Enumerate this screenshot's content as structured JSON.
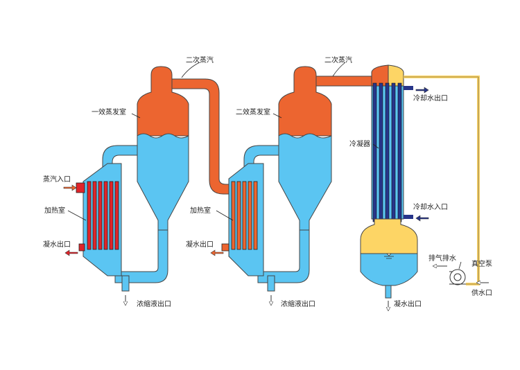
{
  "labels": {
    "secondary_steam_1": "二次蒸汽",
    "secondary_steam_2": "二次蒸汽",
    "evap_room_1": "一效蒸发室",
    "evap_room_2": "二效蒸发室",
    "steam_inlet": "蒸汽入口",
    "heating_room_1": "加热室",
    "heating_room_2": "加热室",
    "condensate_outlet_1": "凝水出口",
    "condensate_outlet_2": "凝水出口",
    "concentrate_outlet_1": "浓缩液出口",
    "concentrate_outlet_2": "浓缩液出口",
    "condenser": "冷凝器",
    "cooling_water_outlet": "冷却水出口",
    "cooling_water_inlet": "冷却水入口",
    "condensate_outlet_3": "凝水出口",
    "vent_drain": "排气排水",
    "vacuum_pump": "真空泵",
    "water_supply_inlet": "供水口"
  },
  "colors": {
    "liquid": "#5bc5f2",
    "vapor": "#ec6530",
    "heating_tube": "#e0242a",
    "condenser_tube": "#27358a",
    "condensate": "#fdd565",
    "arrow_in": "#ec6530",
    "arrow_out": "#e0242a",
    "arrow_cool": "#27358a"
  }
}
